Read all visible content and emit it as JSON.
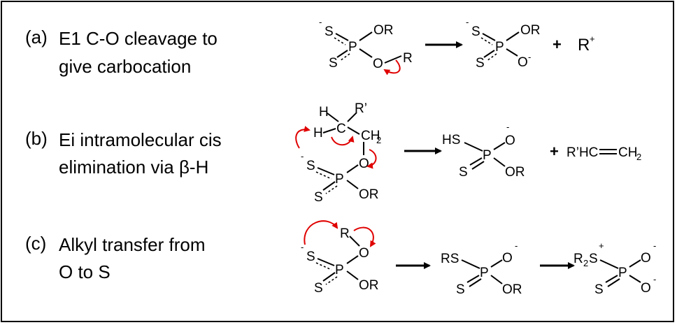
{
  "reactions": [
    {
      "id": "a",
      "tag": "(a)",
      "line1": "E1 C-O cleavage to",
      "line2": "give carbocation"
    },
    {
      "id": "b",
      "tag": "(b)",
      "line1": "Ei intramolecular cis",
      "line2": "elimination via β-H"
    },
    {
      "id": "c",
      "tag": "(c)",
      "line1": "Alkyl transfer from",
      "line2": "O to S"
    }
  ],
  "atoms": {
    "S": "S",
    "P": "P",
    "O": "O",
    "OR": "OR",
    "R": "R",
    "H": "H",
    "C": "C",
    "HS": "HS",
    "RS": "RS",
    "Rp": "R’",
    "CH": "CH",
    "two": "2",
    "minus": "-",
    "plus_charge": "+",
    "R2S_R": "R",
    "R2S_S": "S",
    "Rplus": "R",
    "alkene": "R’HC",
    "CH2": "CH"
  },
  "plus_sign": "+",
  "colors": {
    "bond": "#000000",
    "arrow_curly": "#e00000",
    "frame": "#000000"
  }
}
